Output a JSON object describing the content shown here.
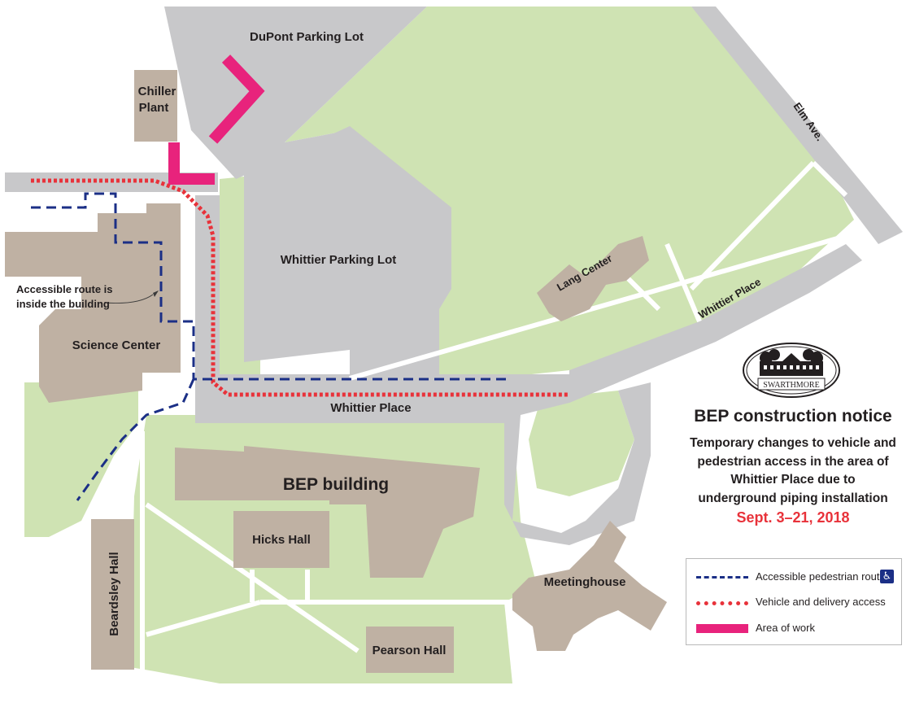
{
  "labels": {
    "dupont_lot": "DuPont Parking Lot",
    "chiller_line1": "Chiller",
    "chiller_line2": "Plant",
    "elm_ave": "Elm Ave.",
    "whittier_lot": "Whittier Parking Lot",
    "lang_center": "Lang Center",
    "whittier_place_diag": "Whittier Place",
    "whittier_place": "Whittier Place",
    "accessible_note_line1": "Accessible route is",
    "accessible_note_line2": "inside the building",
    "science_center": "Science Center",
    "bep_building": "BEP building",
    "hicks_hall": "Hicks Hall",
    "beardsley_hall": "Beardsley Hall",
    "pearson_hall": "Pearson Hall",
    "meetinghouse": "Meetinghouse"
  },
  "logo": {
    "name": "SWARTHMORE",
    "icon": "swarthmore-seal-icon"
  },
  "notice": {
    "title": "BEP construction notice",
    "line1": "Temporary changes to vehicle and",
    "line2": "pedestrian access in the area of",
    "line3": "Whittier Place due to",
    "line4": "underground piping installation",
    "dates": "Sept. 3–21, 2018"
  },
  "legend": {
    "pedestrian": "Accessible pedestrian route",
    "vehicle": "Vehicle and delivery access",
    "work": "Area of work",
    "wheelchair_icon": "wheelchair-icon"
  },
  "colors": {
    "grass": "#cfe3b3",
    "road": "#c8c8ca",
    "building": "#bfb1a3",
    "pedestrian_route": "#1b2f86",
    "vehicle_route": "#e8323a",
    "work_area": "#e8237c",
    "date_text": "#e8323a"
  }
}
